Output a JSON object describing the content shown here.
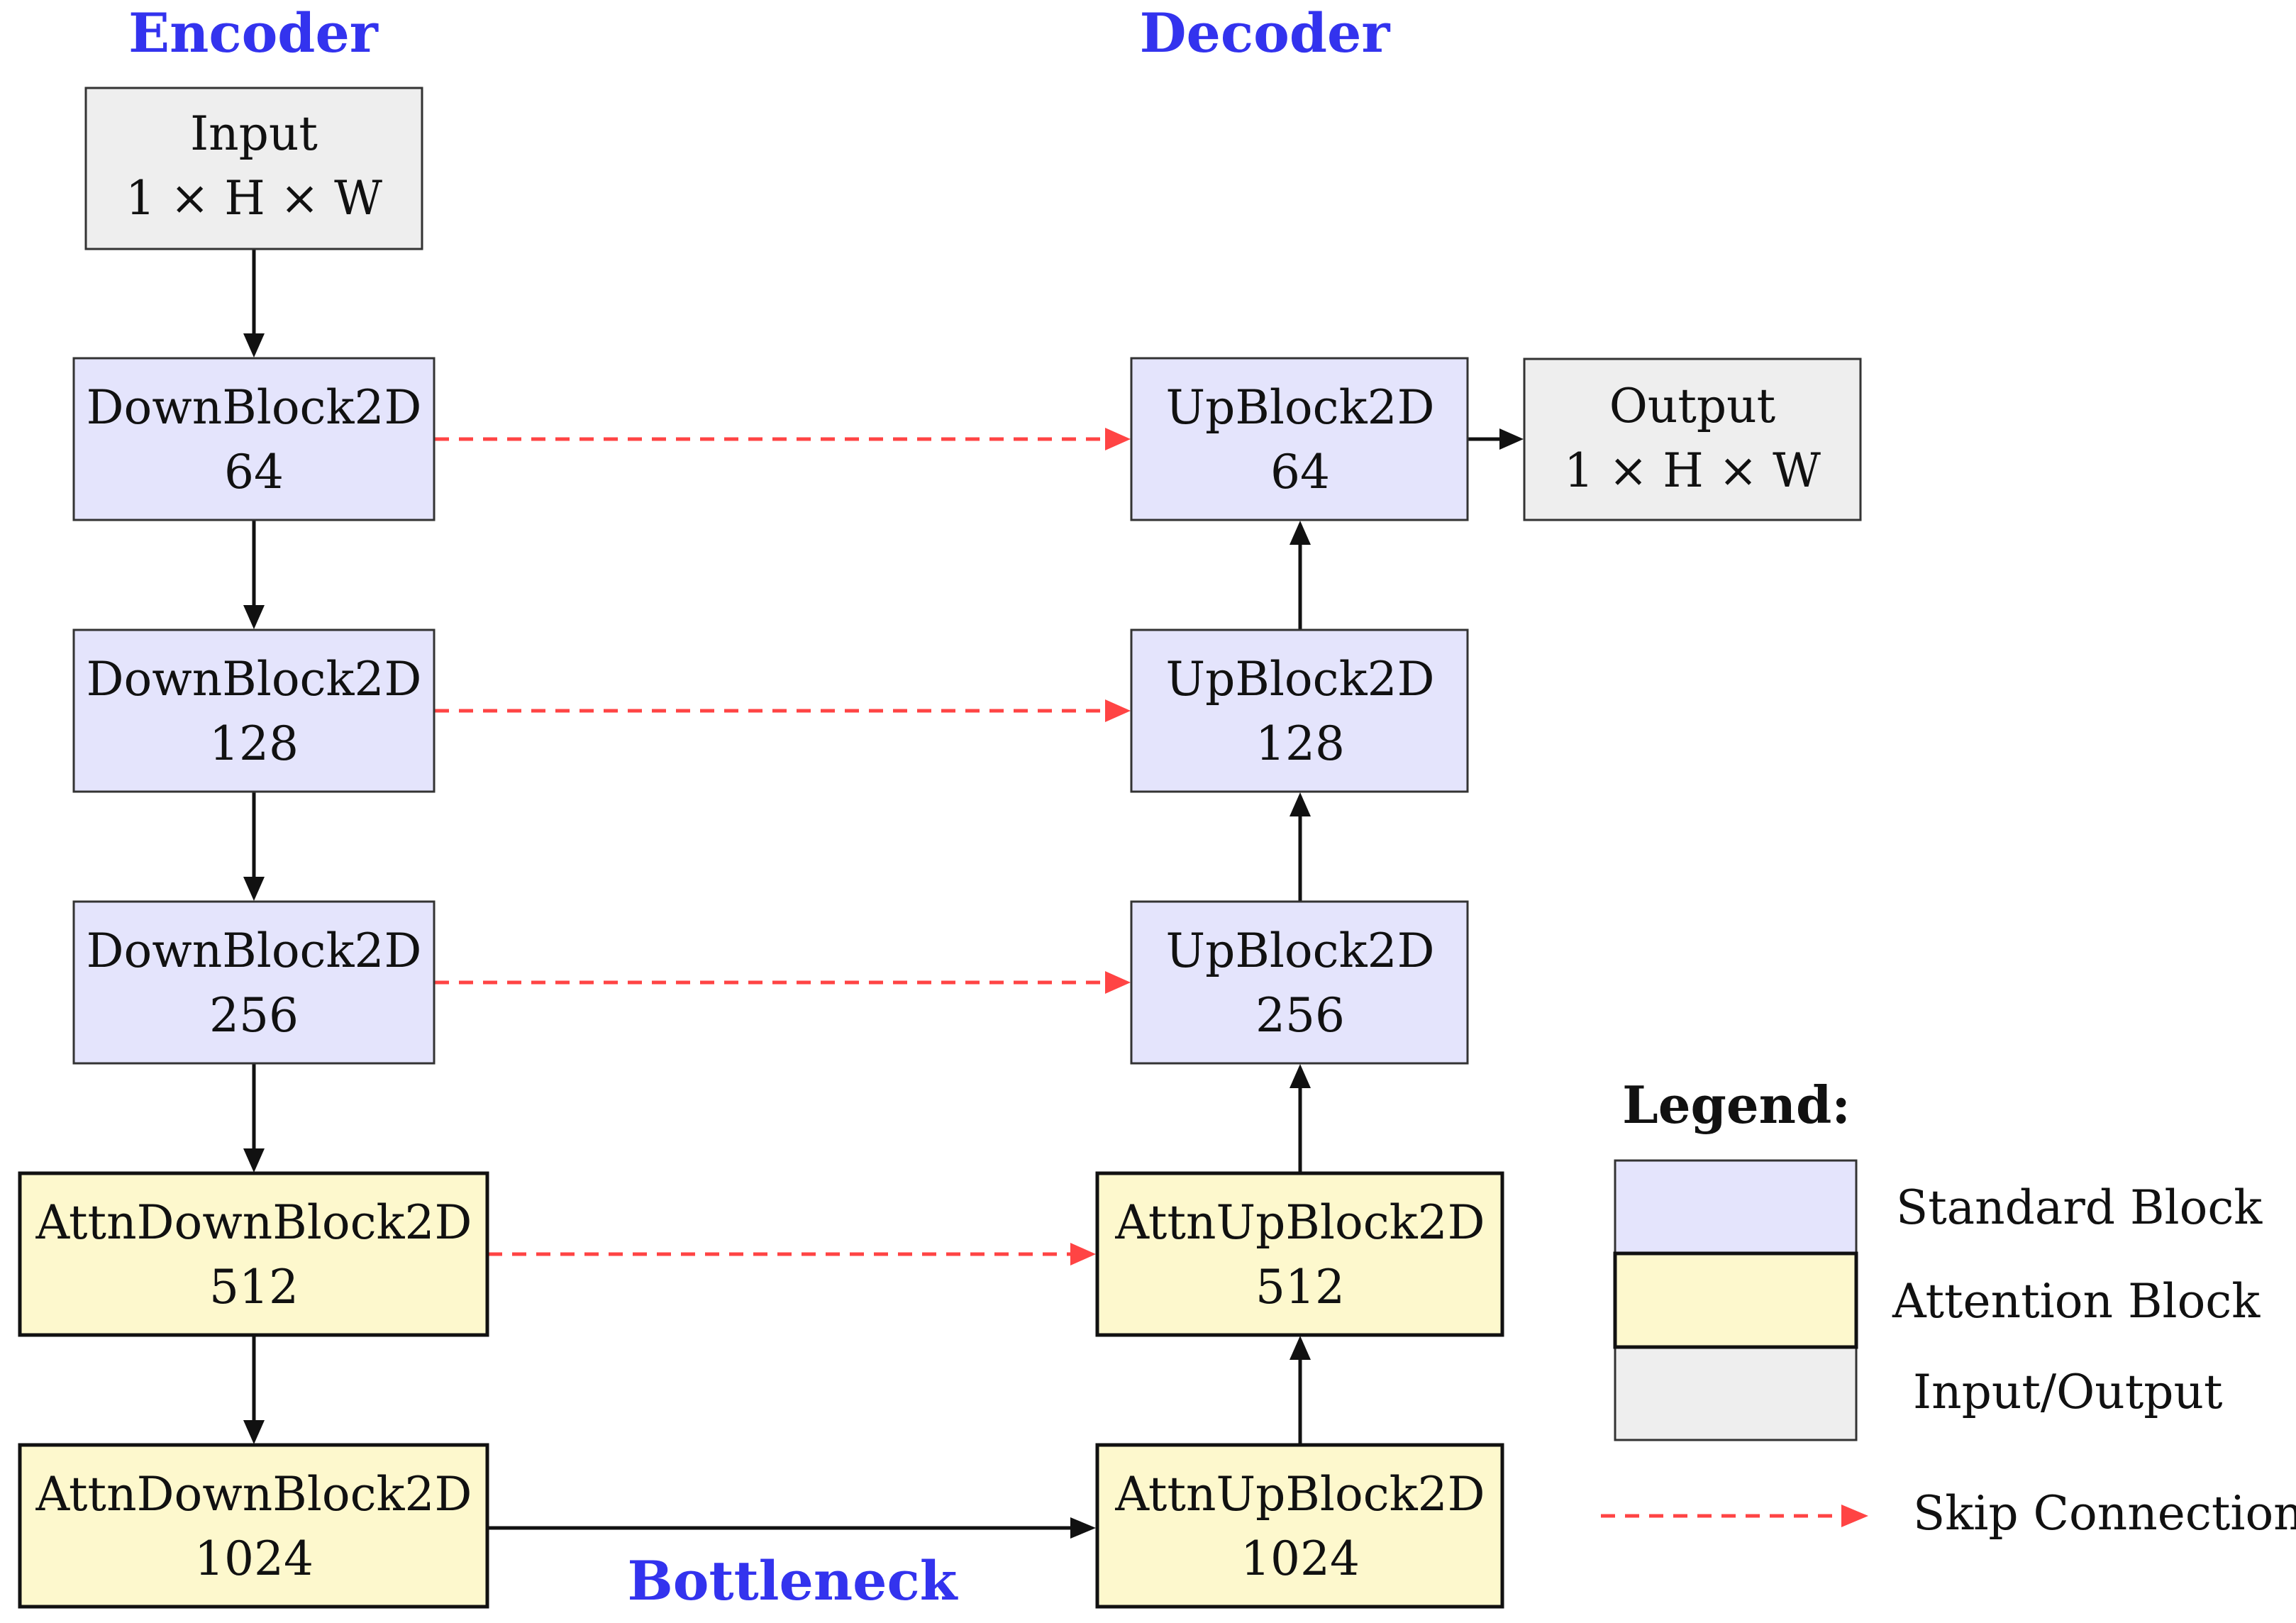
{
  "colors": {
    "standard_fill": "#e4e4fc",
    "attention_fill": "#fdf8cd",
    "io_fill": "#eeeeee",
    "box_stroke": "#111111",
    "arrow": "#111111",
    "skip": "#ff4444",
    "section_title": "#3333ee"
  },
  "sections": {
    "encoder": "Encoder",
    "decoder": "Decoder",
    "bottleneck": "Bottleneck"
  },
  "nodes": {
    "input": {
      "line1": "Input",
      "line2": "1 × H × W",
      "type": "io"
    },
    "down64": {
      "line1": "DownBlock2D",
      "line2": "64",
      "type": "standard"
    },
    "down128": {
      "line1": "DownBlock2D",
      "line2": "128",
      "type": "standard"
    },
    "down256": {
      "line1": "DownBlock2D",
      "line2": "256",
      "type": "standard"
    },
    "attndown512": {
      "line1": "AttnDownBlock2D",
      "line2": "512",
      "type": "attention"
    },
    "attndown1024": {
      "line1": "AttnDownBlock2D",
      "line2": "1024",
      "type": "attention"
    },
    "attnup1024": {
      "line1": "AttnUpBlock2D",
      "line2": "1024",
      "type": "attention"
    },
    "attnup512": {
      "line1": "AttnUpBlock2D",
      "line2": "512",
      "type": "attention"
    },
    "up256": {
      "line1": "UpBlock2D",
      "line2": "256",
      "type": "standard"
    },
    "up128": {
      "line1": "UpBlock2D",
      "line2": "128",
      "type": "standard"
    },
    "up64": {
      "line1": "UpBlock2D",
      "line2": "64",
      "type": "standard"
    },
    "output": {
      "line1": "Output",
      "line2": "1 × H × W",
      "type": "io"
    }
  },
  "legend": {
    "title": "Legend:",
    "standard": "Standard Block",
    "attention": "Attention Block",
    "io": "Input/Output",
    "skip": "Skip Connection"
  }
}
